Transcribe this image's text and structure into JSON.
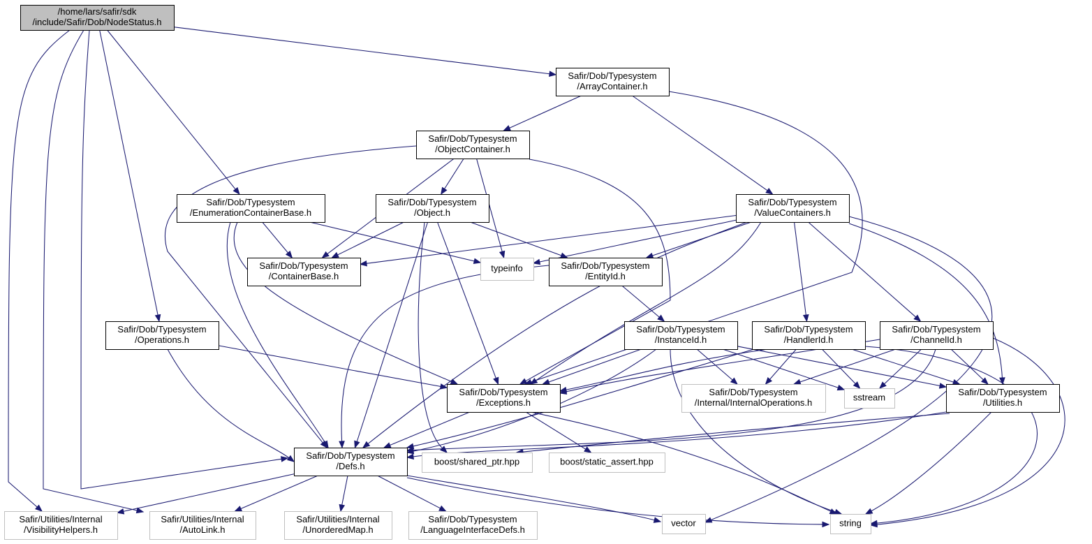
{
  "graph": {
    "nodes": [
      {
        "id": "nodestatus",
        "lines": [
          "/home/lars/safir/sdk",
          "/include/Safir/Dob/NodeStatus.h"
        ],
        "style": "root"
      },
      {
        "id": "arraycontainer",
        "lines": [
          "Safir/Dob/Typesystem",
          "/ArrayContainer.h"
        ],
        "style": "documented"
      },
      {
        "id": "objectcontainer",
        "lines": [
          "Safir/Dob/Typesystem",
          "/ObjectContainer.h"
        ],
        "style": "documented"
      },
      {
        "id": "enumcontainerbase",
        "lines": [
          "Safir/Dob/Typesystem",
          "/EnumerationContainerBase.h"
        ],
        "style": "documented"
      },
      {
        "id": "object",
        "lines": [
          "Safir/Dob/Typesystem",
          "/Object.h"
        ],
        "style": "documented"
      },
      {
        "id": "valuecontainers",
        "lines": [
          "Safir/Dob/Typesystem",
          "/ValueContainers.h"
        ],
        "style": "documented"
      },
      {
        "id": "containerbase",
        "lines": [
          "Safir/Dob/Typesystem",
          "/ContainerBase.h"
        ],
        "style": "documented"
      },
      {
        "id": "typeinfo",
        "lines": [
          "typeinfo"
        ],
        "style": "external"
      },
      {
        "id": "entityid",
        "lines": [
          "Safir/Dob/Typesystem",
          "/EntityId.h"
        ],
        "style": "documented"
      },
      {
        "id": "operations",
        "lines": [
          "Safir/Dob/Typesystem",
          "/Operations.h"
        ],
        "style": "documented"
      },
      {
        "id": "instanceid",
        "lines": [
          "Safir/Dob/Typesystem",
          "/InstanceId.h"
        ],
        "style": "documented"
      },
      {
        "id": "handlerid",
        "lines": [
          "Safir/Dob/Typesystem",
          "/HandlerId.h"
        ],
        "style": "documented"
      },
      {
        "id": "channelid",
        "lines": [
          "Safir/Dob/Typesystem",
          "/ChannelId.h"
        ],
        "style": "documented"
      },
      {
        "id": "exceptions",
        "lines": [
          "Safir/Dob/Typesystem",
          "/Exceptions.h"
        ],
        "style": "documented"
      },
      {
        "id": "internalops",
        "lines": [
          "Safir/Dob/Typesystem",
          "/Internal/InternalOperations.h"
        ],
        "style": "external"
      },
      {
        "id": "sstream",
        "lines": [
          "sstream"
        ],
        "style": "external"
      },
      {
        "id": "utilities",
        "lines": [
          "Safir/Dob/Typesystem",
          "/Utilities.h"
        ],
        "style": "documented"
      },
      {
        "id": "defs",
        "lines": [
          "Safir/Dob/Typesystem",
          "/Defs.h"
        ],
        "style": "documented"
      },
      {
        "id": "sharedptr",
        "lines": [
          "boost/shared_ptr.hpp"
        ],
        "style": "external"
      },
      {
        "id": "staticassert",
        "lines": [
          "boost/static_assert.hpp"
        ],
        "style": "external"
      },
      {
        "id": "visibilityhelpers",
        "lines": [
          "Safir/Utilities/Internal",
          "/VisibilityHelpers.h"
        ],
        "style": "external"
      },
      {
        "id": "autolink",
        "lines": [
          "Safir/Utilities/Internal",
          "/AutoLink.h"
        ],
        "style": "external"
      },
      {
        "id": "unorderedmap",
        "lines": [
          "Safir/Utilities/Internal",
          "/UnorderedMap.h"
        ],
        "style": "external"
      },
      {
        "id": "languageinterfacedefs",
        "lines": [
          "Safir/Dob/Typesystem",
          "/LanguageInterfaceDefs.h"
        ],
        "style": "external"
      },
      {
        "id": "vector",
        "lines": [
          "vector"
        ],
        "style": "external"
      },
      {
        "id": "string",
        "lines": [
          "string"
        ],
        "style": "external"
      }
    ],
    "edges": [
      [
        "nodestatus",
        "arraycontainer"
      ],
      [
        "nodestatus",
        "enumcontainerbase"
      ],
      [
        "nodestatus",
        "operations"
      ],
      [
        "nodestatus",
        "defs"
      ],
      [
        "nodestatus",
        "visibilityhelpers"
      ],
      [
        "nodestatus",
        "autolink"
      ],
      [
        "arraycontainer",
        "objectcontainer"
      ],
      [
        "arraycontainer",
        "valuecontainers"
      ],
      [
        "arraycontainer",
        "exceptions"
      ],
      [
        "objectcontainer",
        "object"
      ],
      [
        "objectcontainer",
        "containerbase"
      ],
      [
        "objectcontainer",
        "typeinfo"
      ],
      [
        "objectcontainer",
        "defs"
      ],
      [
        "objectcontainer",
        "exceptions"
      ],
      [
        "enumcontainerbase",
        "containerbase"
      ],
      [
        "enumcontainerbase",
        "typeinfo"
      ],
      [
        "enumcontainerbase",
        "defs"
      ],
      [
        "enumcontainerbase",
        "exceptions"
      ],
      [
        "object",
        "containerbase"
      ],
      [
        "object",
        "entityid"
      ],
      [
        "object",
        "exceptions"
      ],
      [
        "object",
        "defs"
      ],
      [
        "object",
        "sharedptr"
      ],
      [
        "valuecontainers",
        "containerbase"
      ],
      [
        "valuecontainers",
        "typeinfo"
      ],
      [
        "valuecontainers",
        "entityid"
      ],
      [
        "valuecontainers",
        "handlerid"
      ],
      [
        "valuecontainers",
        "channelid"
      ],
      [
        "valuecontainers",
        "utilities"
      ],
      [
        "valuecontainers",
        "exceptions"
      ],
      [
        "valuecontainers",
        "defs"
      ],
      [
        "valuecontainers",
        "vector"
      ],
      [
        "entityid",
        "instanceid"
      ],
      [
        "entityid",
        "defs"
      ],
      [
        "operations",
        "exceptions"
      ],
      [
        "operations",
        "defs"
      ],
      [
        "instanceid",
        "exceptions"
      ],
      [
        "instanceid",
        "internalops"
      ],
      [
        "instanceid",
        "sstream"
      ],
      [
        "instanceid",
        "utilities"
      ],
      [
        "instanceid",
        "string"
      ],
      [
        "instanceid",
        "defs"
      ],
      [
        "handlerid",
        "exceptions"
      ],
      [
        "handlerid",
        "internalops"
      ],
      [
        "handlerid",
        "sstream"
      ],
      [
        "handlerid",
        "utilities"
      ],
      [
        "handlerid",
        "string"
      ],
      [
        "handlerid",
        "defs"
      ],
      [
        "channelid",
        "exceptions"
      ],
      [
        "channelid",
        "internalops"
      ],
      [
        "channelid",
        "sstream"
      ],
      [
        "channelid",
        "utilities"
      ],
      [
        "channelid",
        "string"
      ],
      [
        "channelid",
        "defs"
      ],
      [
        "exceptions",
        "defs"
      ],
      [
        "exceptions",
        "staticassert"
      ],
      [
        "exceptions",
        "string"
      ],
      [
        "utilities",
        "defs"
      ],
      [
        "utilities",
        "sharedptr"
      ],
      [
        "utilities",
        "string"
      ],
      [
        "defs",
        "visibilityhelpers"
      ],
      [
        "defs",
        "autolink"
      ],
      [
        "defs",
        "unorderedmap"
      ],
      [
        "defs",
        "languageinterfacedefs"
      ],
      [
        "defs",
        "vector"
      ],
      [
        "defs",
        "string"
      ]
    ]
  },
  "colors": {
    "edge": "#191970",
    "root_fill": "#bfbfbf",
    "root_border": "#000000",
    "documented_fill": "#ffffff",
    "documented_border": "#000000",
    "external_fill": "#ffffff",
    "external_border": "#bfbfbf"
  }
}
